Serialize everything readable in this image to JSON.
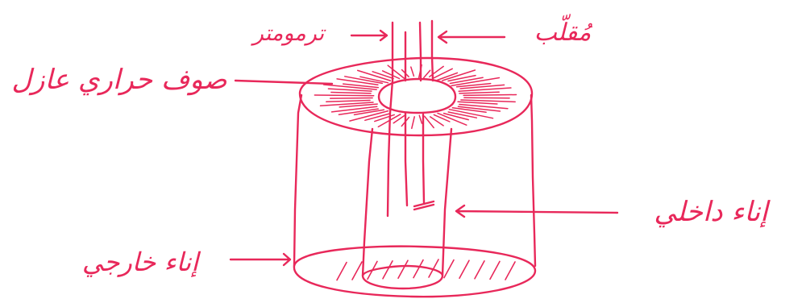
{
  "diagram": {
    "ink_color": "#e8285a",
    "labels": {
      "stirrer": "مُقلّب",
      "thermometer": "ترمومتر",
      "insulating_wool": "صوف حراري عازل",
      "inner_vessel": "إناء داخلي",
      "outer_vessel": "إناء خارجي"
    }
  }
}
